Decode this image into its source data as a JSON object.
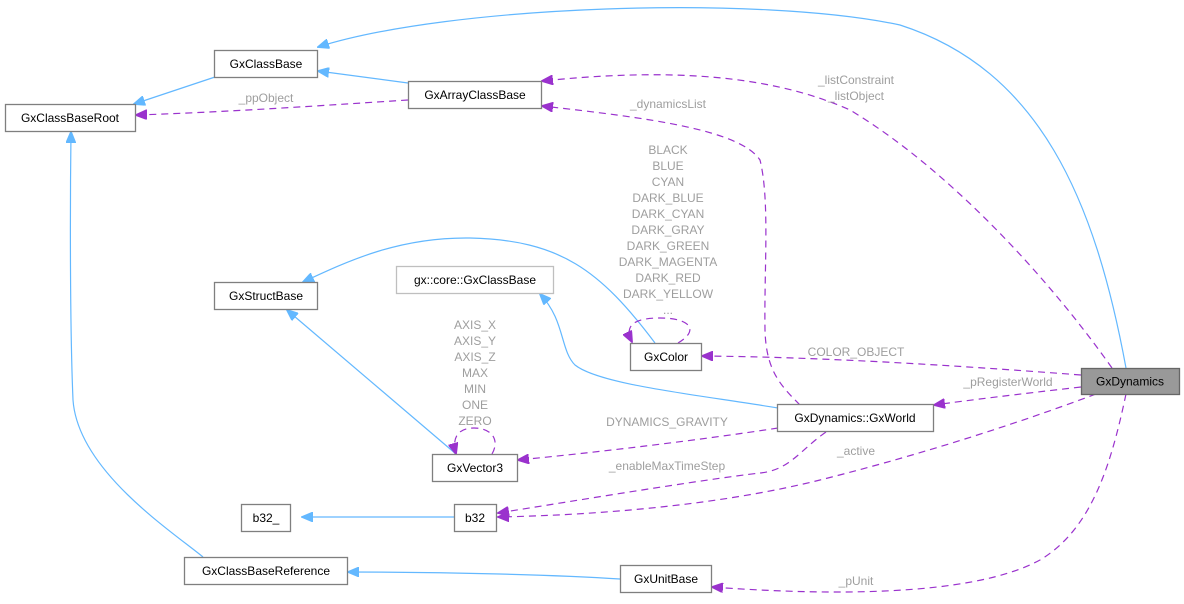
{
  "diagram": {
    "type": "collaboration-graph",
    "nodes": {
      "gxClassBase": "GxClassBase",
      "gxArrayClassBase": "GxArrayClassBase",
      "gxClassBaseRoot": "GxClassBaseRoot",
      "gxStructBase": "GxStructBase",
      "gxCoreClassBase": "gx::core::GxClassBase",
      "gxColor": "GxColor",
      "gxVector3": "GxVector3",
      "gxWorld": "GxDynamics::GxWorld",
      "gxDynamics": "GxDynamics",
      "b32Base": "b32_",
      "b32": "b32",
      "gxClassBaseReference": "GxClassBaseReference",
      "gxUnitBase": "GxUnitBase"
    },
    "edge_labels": {
      "ppObject": "_ppObject",
      "listConstraint": "_listConstraint",
      "listObject": "_listObject",
      "dynamicsList": "_dynamicsList",
      "colorObject": "COLOR_OBJECT",
      "pRegisterWorld": "_pRegisterWorld",
      "dynamicsGravity": "DYNAMICS_GRAVITY",
      "enableMaxTimeStep": "_enableMaxTimeStep",
      "active": "_active",
      "pUnit": "_pUnit"
    },
    "color_constants": [
      "BLACK",
      "BLUE",
      "CYAN",
      "DARK_BLUE",
      "DARK_CYAN",
      "DARK_GRAY",
      "DARK_GREEN",
      "DARK_MAGENTA",
      "DARK_RED",
      "DARK_YELLOW",
      "..."
    ],
    "vector_constants": [
      "AXIS_X",
      "AXIS_Y",
      "AXIS_Z",
      "MAX",
      "MIN",
      "ONE",
      "ZERO"
    ],
    "legend_colors": {
      "inheritance": "#63b8ff",
      "usage": "#9a32cd",
      "focus_node_fill": "#999999",
      "label_text": "#9e9e9e"
    }
  }
}
